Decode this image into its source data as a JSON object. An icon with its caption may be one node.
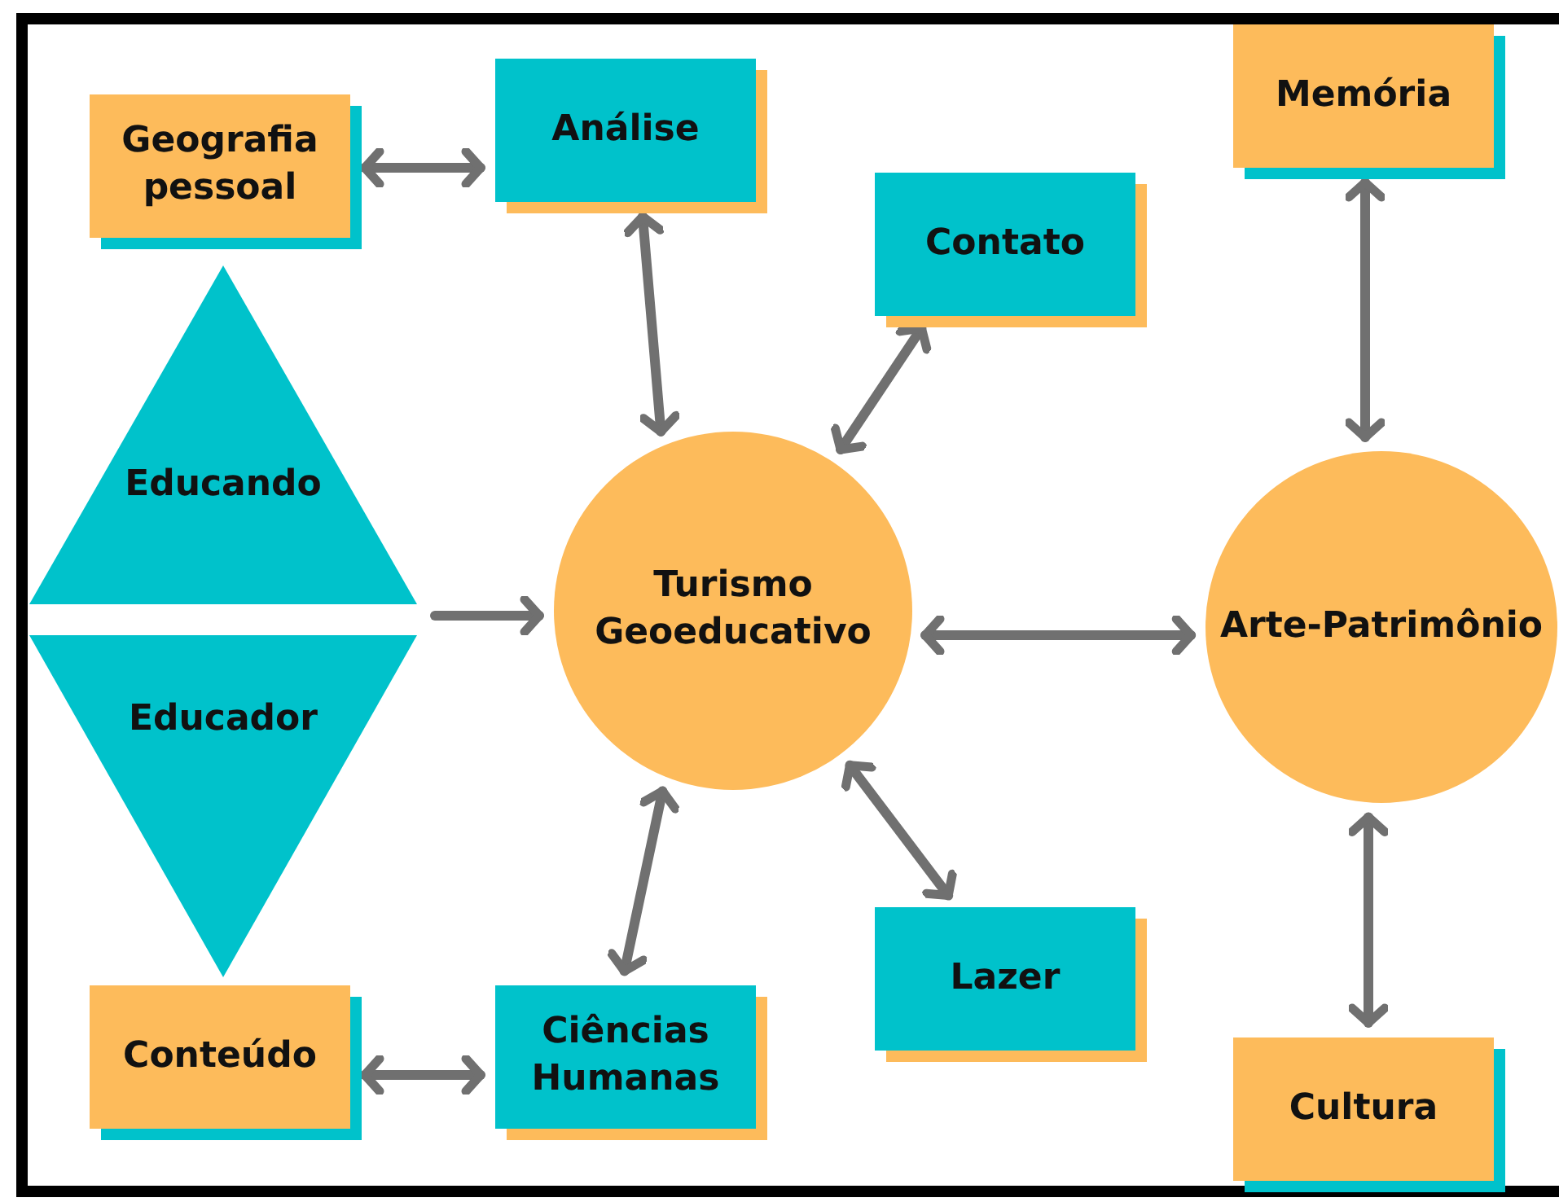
{
  "diagram": {
    "nodes": [
      {
        "text": [
          "Geografia pessoal"
        ]
      },
      {
        "text": [
          "Análise"
        ]
      },
      {
        "text": [
          "Memória"
        ]
      },
      {
        "text": [
          "Contato"
        ]
      },
      {
        "text": [
          "Educando"
        ]
      },
      {
        "text": [
          "Turismo Geoeducativo"
        ]
      },
      {
        "text": [
          "Arte-Patrimônio"
        ]
      },
      {
        "text": [
          "Educador"
        ]
      },
      {
        "text": [
          "Conteúdo"
        ]
      },
      {
        "text": [
          "Ciências Humanas"
        ]
      },
      {
        "text": [
          "Lazer"
        ]
      },
      {
        "text": [
          "Cultura"
        ]
      }
    ],
    "edges": [
      {
        "from": 0,
        "to": 1,
        "arrow": "both"
      },
      {
        "from": 1,
        "to": 5,
        "arrow": "both"
      },
      {
        "from": 3,
        "to": 5,
        "arrow": "both"
      },
      {
        "from": 2,
        "to": 6,
        "arrow": "both"
      },
      {
        "from": 4,
        "to": 5,
        "arrow": "to"
      },
      {
        "from": 5,
        "to": 6,
        "arrow": "both"
      },
      {
        "from": 5,
        "to": 9,
        "arrow": "both"
      },
      {
        "from": 5,
        "to": 10,
        "arrow": "both"
      },
      {
        "from": 6,
        "to": 11,
        "arrow": "both"
      },
      {
        "from": 8,
        "to": 9,
        "arrow": "both"
      }
    ]
  }
}
